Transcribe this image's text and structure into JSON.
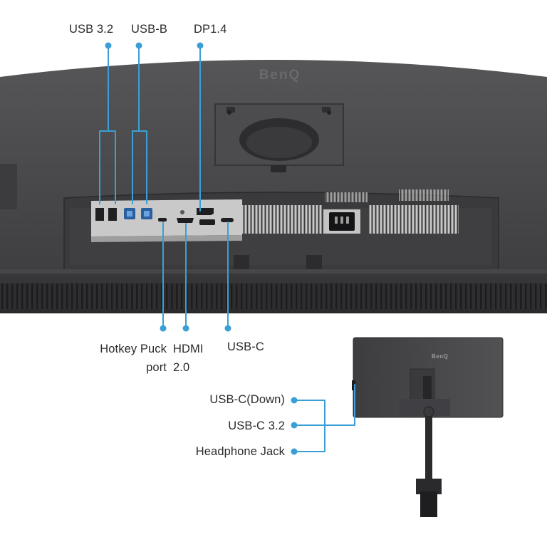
{
  "brand": {
    "logo_text": "BenQ",
    "side_logo_text": "BenQ"
  },
  "colors": {
    "callout_line": "#3a9fd6",
    "housing": "#4a4a4c",
    "housing_dark": "#333336",
    "port_panel": "#c9c9c9",
    "label_text": "#2b2b2b"
  },
  "labels": {
    "top": [
      {
        "text": "USB 3.2"
      },
      {
        "text": "USB-B"
      },
      {
        "text": "DP1.4"
      }
    ],
    "bottom": [
      {
        "line1": "Hotkey Puck",
        "line2": "port"
      },
      {
        "line1": "HDMI",
        "line2": "2.0"
      },
      {
        "line1": "USB-C"
      }
    ],
    "side": [
      {
        "text": "USB-C(Down)"
      },
      {
        "text": "USB-C 3.2"
      },
      {
        "text": "Headphone Jack"
      }
    ]
  }
}
